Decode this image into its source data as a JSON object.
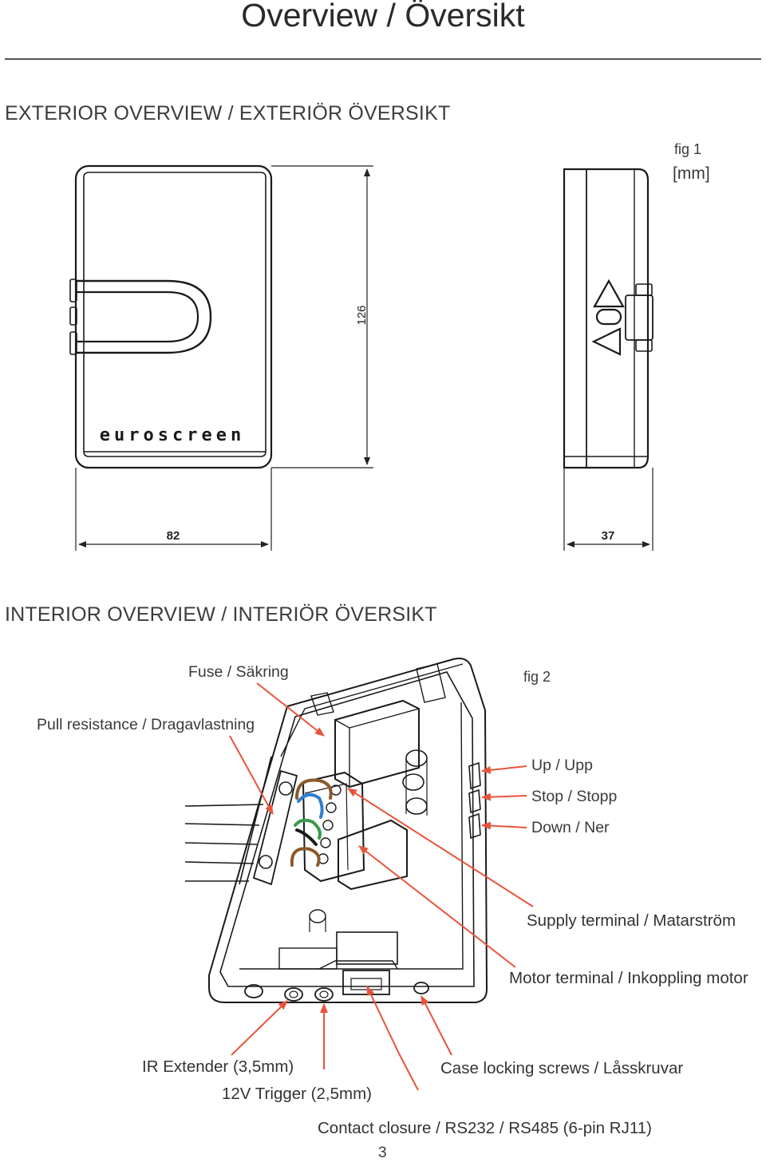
{
  "page": {
    "title": "Overview / Översikt",
    "page_number": "3"
  },
  "exterior": {
    "heading": "EXTERIOR OVERVIEW / EXTERIÖR ÖVERSIKT",
    "fig_label": "fig 1",
    "unit_label": "[mm]",
    "brand": "euroscreen",
    "dim_height": "126",
    "dim_width": "82",
    "dim_depth": "37"
  },
  "interior": {
    "heading": "INTERIOR OVERVIEW / INTERIÖR ÖVERSIKT",
    "fig_label": "fig 2",
    "labels": {
      "fuse": "Fuse / Säkring",
      "pull": "Pull resistance / Dragavlastning",
      "up": "Up / Upp",
      "stop": "Stop / Stopp",
      "down": "Down / Ner",
      "supply": "Supply terminal / Matarström",
      "motor": "Motor terminal / Inkoppling motor",
      "ir": "IR Extender (3,5mm)",
      "trigger": "12V Trigger (2,5mm)",
      "screws": "Case locking screws / Låsskruvar",
      "contact": "Contact closure / RS232 / RS485 (6-pin RJ11)"
    }
  },
  "colors": {
    "annotation_arrow": "#e8543a",
    "line_art": "#1a1a1a",
    "wire_brown": "#8a5a2b",
    "wire_blue": "#2f7fd0",
    "wire_green": "#3a9a4a"
  }
}
